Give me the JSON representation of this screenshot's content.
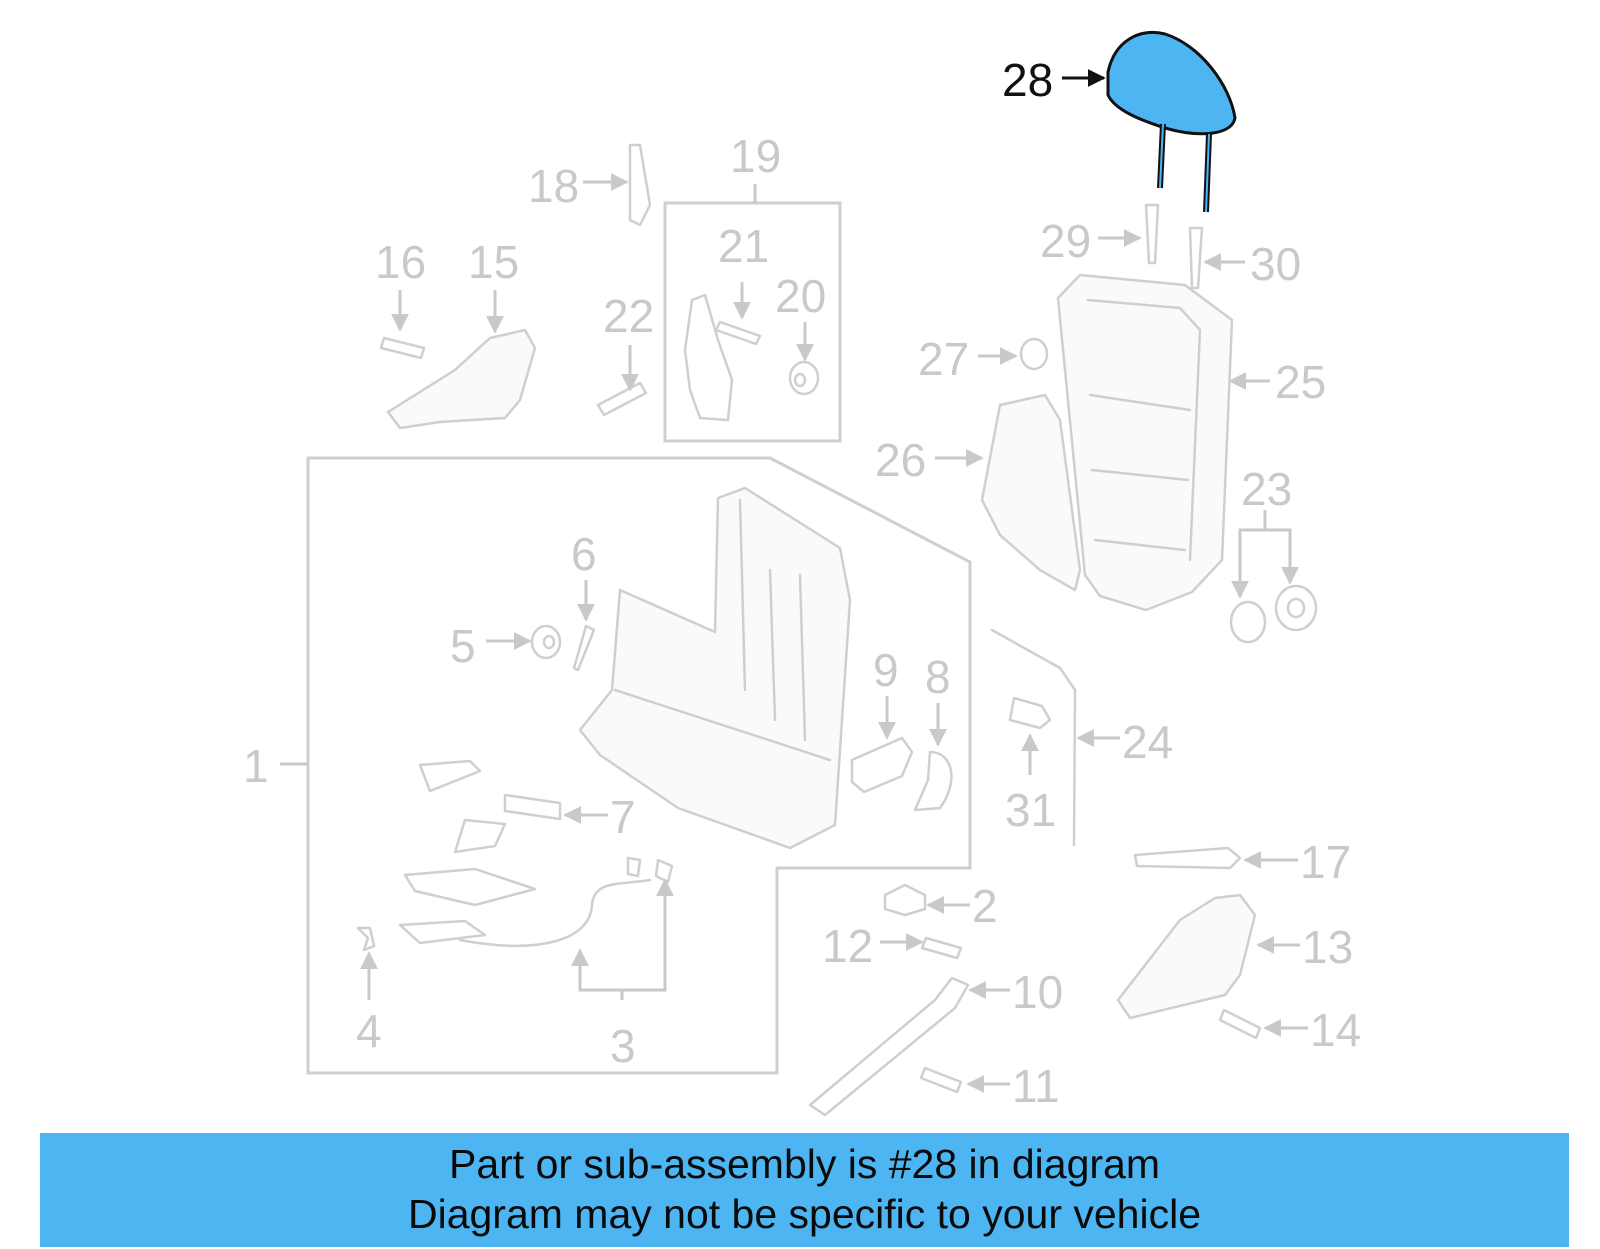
{
  "highlight_color": "#4db6f2",
  "highlighted_part": "28",
  "callouts": [
    "1",
    "2",
    "3",
    "4",
    "5",
    "6",
    "7",
    "8",
    "9",
    "10",
    "11",
    "12",
    "13",
    "14",
    "15",
    "16",
    "17",
    "18",
    "19",
    "20",
    "21",
    "22",
    "23",
    "24",
    "25",
    "26",
    "27",
    "28",
    "29",
    "30",
    "31"
  ],
  "banner": {
    "line1": "Part or sub-assembly is #28 in diagram",
    "line2": "Diagram may not be specific to your vehicle"
  }
}
